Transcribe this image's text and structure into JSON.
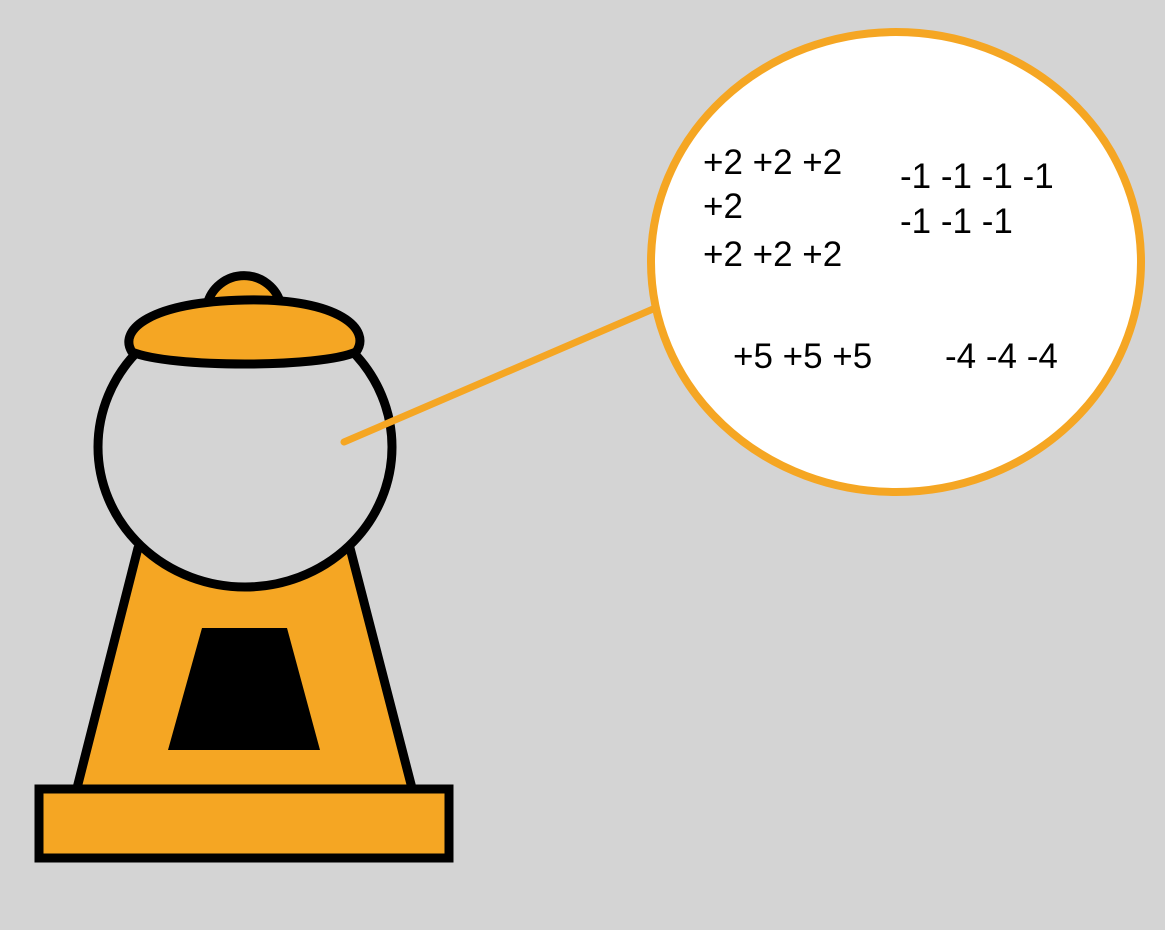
{
  "colors": {
    "background": "#d4d4d4",
    "machine_fill": "#f5a623",
    "outline": "#000000",
    "bubble_fill": "#ffffff",
    "bubble_border": "#f5a623",
    "chute": "#000000"
  },
  "icons": {
    "machine": "gumball-machine-icon"
  },
  "bubble": {
    "positive_two_line_1": "+2 +2 +2",
    "positive_two_line_2": "+2",
    "positive_two_line_3": "+2 +2 +2",
    "negative_one_line_1": "-1 -1 -1 -1",
    "negative_one_line_2": "-1 -1 -1",
    "positive_five": "+5 +5 +5",
    "negative_four": "-4 -4 -4"
  }
}
